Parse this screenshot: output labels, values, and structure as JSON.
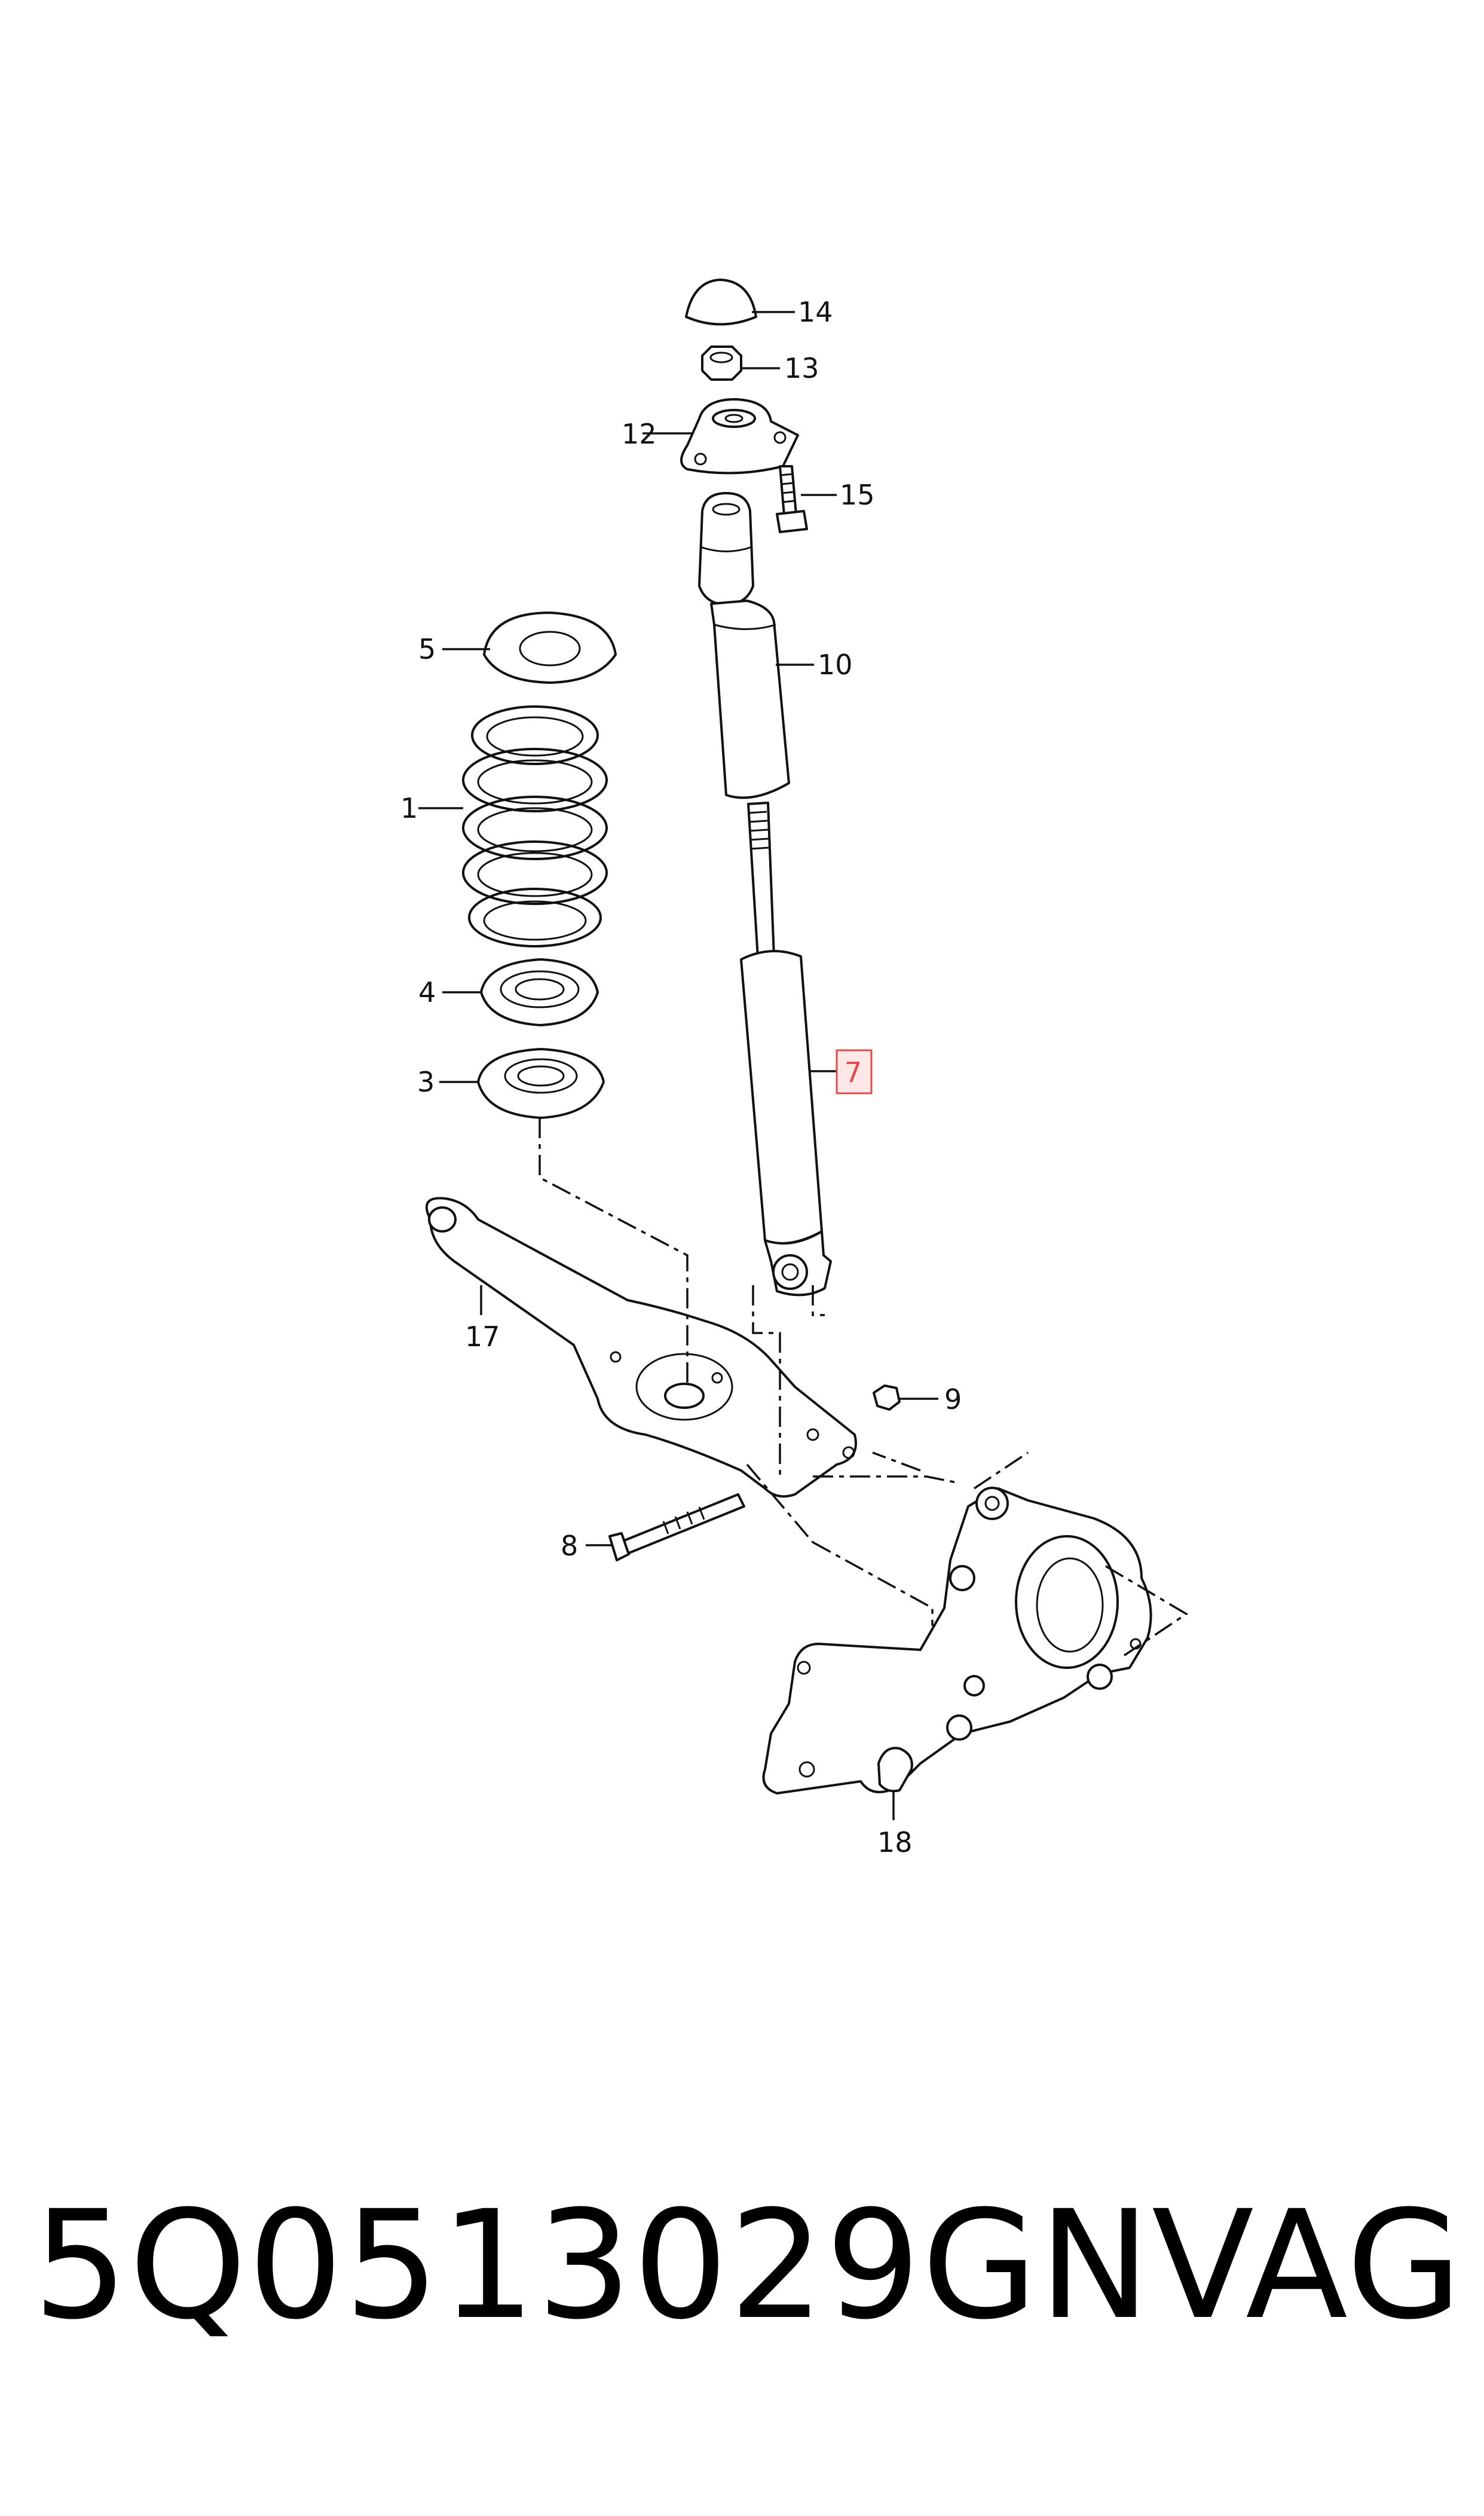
{
  "callouts": {
    "c1": "1",
    "c3": "3",
    "c4": "4",
    "c5": "5",
    "c7": "7",
    "c8": "8",
    "c9": "9",
    "c10": "10",
    "c12": "12",
    "c13": "13",
    "c14": "14",
    "c15": "15",
    "c17": "17",
    "c18": "18"
  },
  "highlight_color": "#e04b4b",
  "footer": {
    "part_number": "5Q0513029GN",
    "brand": "VAG"
  }
}
